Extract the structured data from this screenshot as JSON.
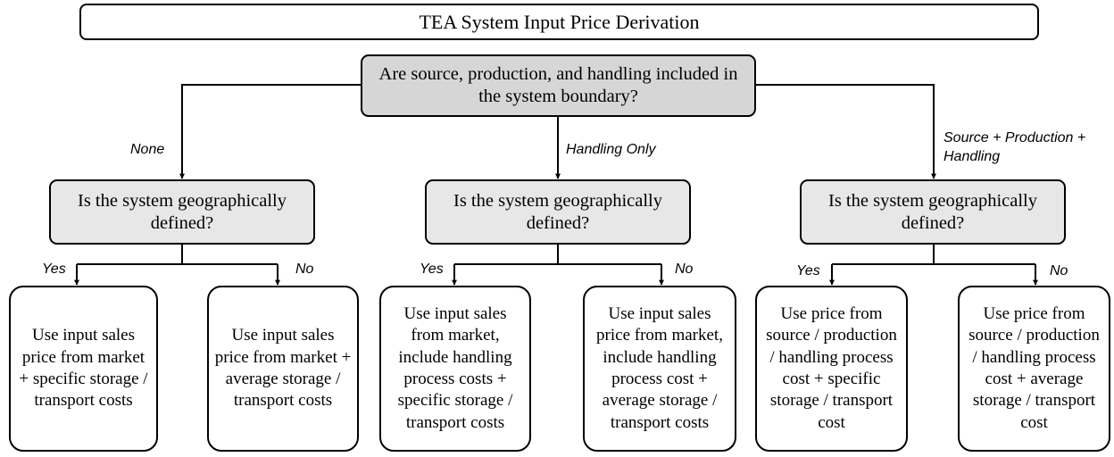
{
  "title": "TEA System Input Price Derivation",
  "root_question": "Are source, production, and handling included in the system boundary?",
  "branches": [
    {
      "label": "None",
      "question": "Is the system geographically defined?",
      "yes_label": "Yes",
      "no_label": "No",
      "yes_outcome": "Use input sales price from market + specific storage / transport costs",
      "no_outcome": "Use input sales price from market + average storage / transport costs"
    },
    {
      "label": "Handling Only",
      "question": "Is the system geographically defined?",
      "yes_label": "Yes",
      "no_label": "No",
      "yes_outcome": "Use input sales from market, include handling process costs + specific storage / transport costs",
      "no_outcome": "Use input sales price from market, include handling process cost + average storage / transport costs"
    },
    {
      "label": "Source + Production + Handling",
      "question": "Is the system geographically defined?",
      "yes_label": "Yes",
      "no_label": "No",
      "yes_outcome": "Use price from source / production / handling process cost + specific storage / transport cost",
      "no_outcome": "Use price from source / production / handling process cost + average storage / transport cost"
    }
  ]
}
